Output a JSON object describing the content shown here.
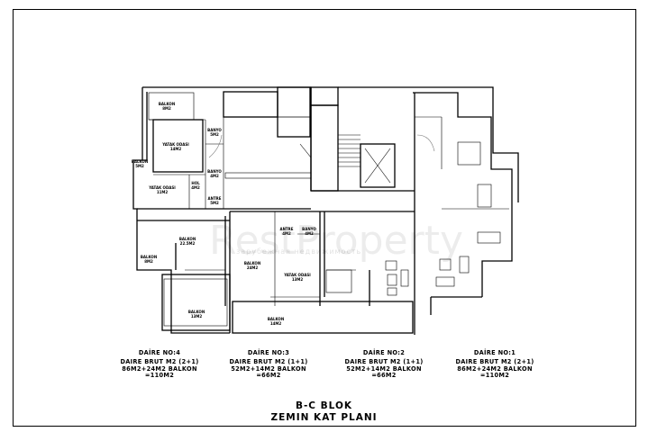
{
  "rooms": {
    "balkon_top_left": [
      "BALKON",
      "8M2"
    ],
    "yatak_odasi_4a": [
      "YATAK ODASI",
      "14M2"
    ],
    "banyo_4a": [
      "BANYO",
      "5M2"
    ],
    "banyo_4b": [
      "BANYO",
      "4M2"
    ],
    "hol_4": [
      "HOL",
      "4M2"
    ],
    "antre_4": [
      "ANTRE",
      "5M2"
    ],
    "balkon_left_side": [
      "BALKON",
      "5M2"
    ],
    "yatak_odasi_4b": [
      "YATAK ODASI",
      "11M2"
    ],
    "balkon_4_main": [
      "BALKON",
      "22.5M2"
    ],
    "balkon_4_lower": [
      "BALKON",
      "8M2"
    ],
    "balkon_4_bottom": [
      "BALKON",
      "13M2"
    ],
    "balkon_3_main": [
      "BALKON",
      "24M2"
    ],
    "balkon_3_bottom": [
      "BALKON",
      "14M2"
    ],
    "yatak_odasi_3": [
      "YATAK ODASI",
      "13M2"
    ],
    "antre_3": [
      "ANTRE",
      "4M2"
    ],
    "banyo_3": [
      "BANYO",
      "4M2"
    ]
  },
  "watermark": {
    "brand": "RestProperty",
    "tagline": "зарубежная недвижимость"
  },
  "units": [
    {
      "no": "DAİRE NO:4",
      "type": "DAIRE BRUT M2 (2+1)",
      "area": "86M2+24M2 BALKON",
      "total": "=110M2"
    },
    {
      "no": "DAİRE NO:3",
      "type": "DAIRE BRUT M2 (1+1)",
      "area": "52M2+14M2 BALKON",
      "total": "=66M2"
    },
    {
      "no": "DAİRE NO:2",
      "type": "DAIRE BRUT M2 (1+1)",
      "area": "52M2+14M2 BALKON",
      "total": "=66M2"
    },
    {
      "no": "DAİRE NO:1",
      "type": "DAIRE BRUT M2 (2+1)",
      "area": "86M2+24M2 BALKON",
      "total": "=110M2"
    }
  ],
  "title": {
    "line1": "B-C BLOK",
    "line2": "ZEMIN KAT PLANI"
  }
}
